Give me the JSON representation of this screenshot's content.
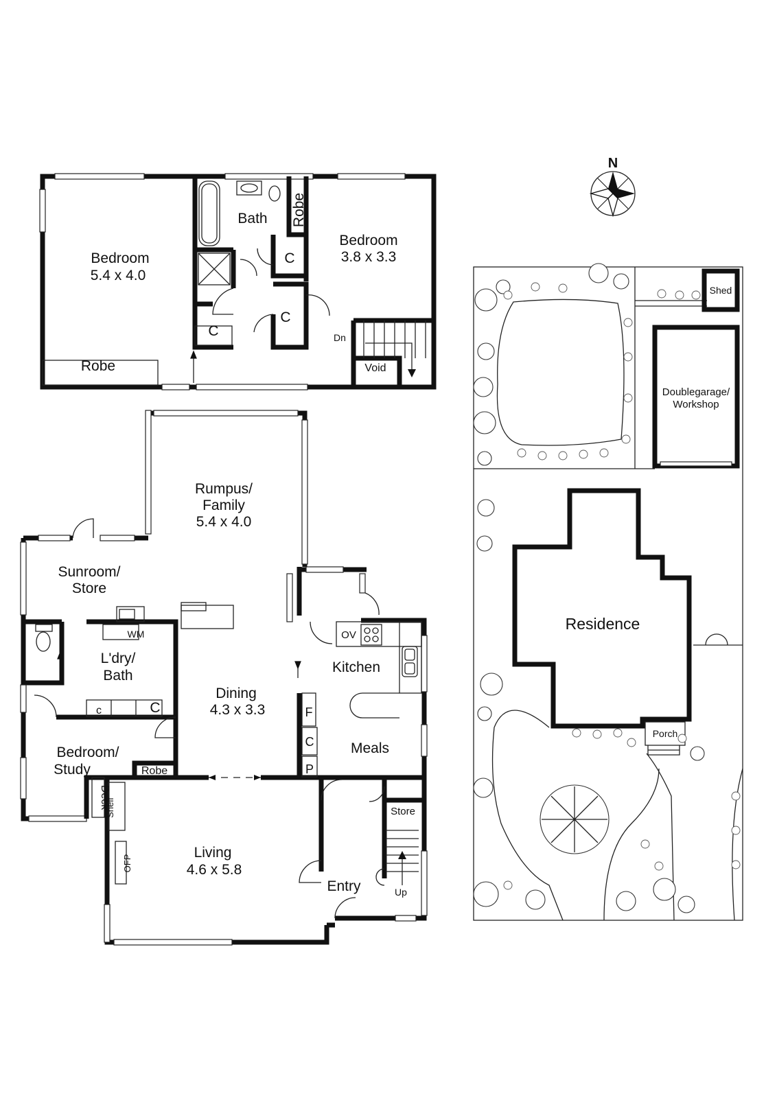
{
  "compass": {
    "label": "N"
  },
  "upper_floor": {
    "bedroom1": {
      "name": "Bedroom",
      "size": "5.4 x 4.0"
    },
    "robe_left": "Robe",
    "bath": "Bath",
    "robe_right": "Robe",
    "cupboards": [
      "C",
      "C",
      "C"
    ],
    "bedroom2": {
      "name": "Bedroom",
      "size": "3.8 x 3.3"
    },
    "dn": "Dn",
    "void": "Void"
  },
  "ground_floor": {
    "rumpus": {
      "line1": "Rumpus/",
      "line2": "Family",
      "size": "5.4 x 4.0"
    },
    "sunroom": {
      "line1": "Sunroom/",
      "line2": "Store"
    },
    "wm": "WM",
    "laundry": {
      "line1": "L'dry/",
      "line2": "Bath"
    },
    "laundry_c_small": "c",
    "laundry_c": "C",
    "dining": {
      "name": "Dining",
      "size": "4.3 x 3.3"
    },
    "ov": "OV",
    "kitchen": "Kitchen",
    "fridge": "F",
    "pantry_c": "C",
    "pantry_p": "P",
    "meals": "Meals",
    "bedroom_study": {
      "line1": "Bedroom/",
      "line2": "Study"
    },
    "robe": "Robe",
    "deck": "Deck",
    "shelf": "Shelf",
    "ofp": "OFP",
    "living": {
      "name": "Living",
      "size": "4.6 x 5.8"
    },
    "store": "Store",
    "entry": "Entry",
    "up": "Up"
  },
  "site_plan": {
    "shed": "Shed",
    "garage": {
      "line1": "Doublegarage/",
      "line2": "Workshop"
    },
    "residence": "Residence",
    "porch": "Porch"
  }
}
